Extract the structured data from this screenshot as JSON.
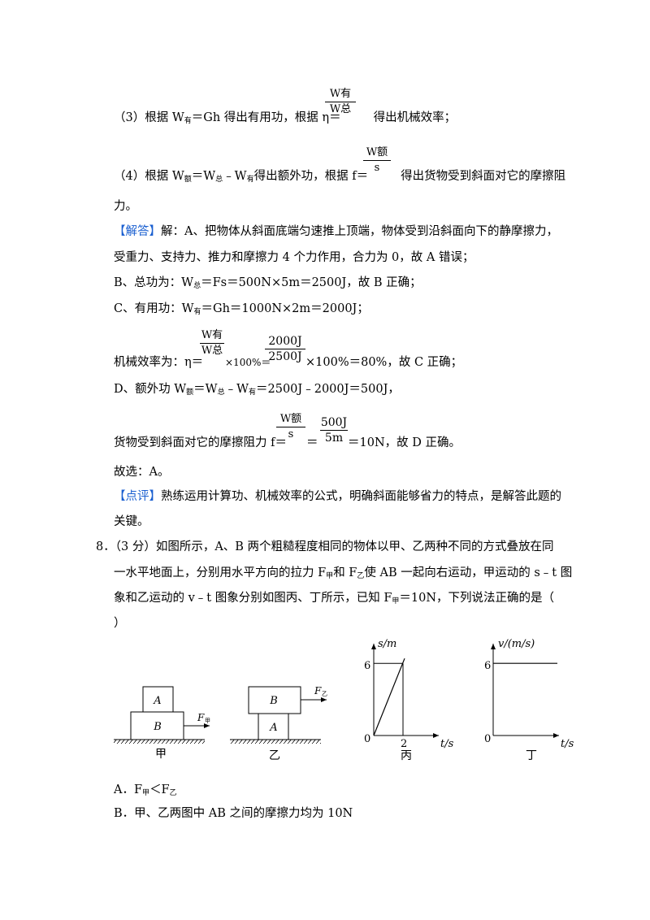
{
  "s3": {
    "pre": "（3）根据 W",
    "sub1": "有",
    "mid": "＝Gh 得出有用功，根据 η＝",
    "post": "得出机械效率；",
    "frac_num": "W有",
    "frac_den": "W总"
  },
  "s4": {
    "pre": "（4）根据 W",
    "sub1": "额",
    "mid1": "＝W",
    "sub2": "总",
    "mid2": "﹣W",
    "sub3": "有",
    "mid3": "得出额外功，根据 f＝",
    "post": "得出货物受到斜面对它的摩擦阻",
    "frac_num": "W额",
    "frac_den": "s",
    "line2": "力。"
  },
  "answer": {
    "tag": "【解答】",
    "a1": "解：A、把物体从斜面底端匀速推上顶端，物体受到沿斜面向下的静摩擦力，",
    "a2": "受重力、支持力、推力和摩擦力 4 个力作用，合力为 0，故 A 错误；",
    "b_pre": "B、总功为：W",
    "b_sub": "总",
    "b_post": "＝Fs＝500N×5m＝2500J，故 B 正确；",
    "c_pre": "C、有用功：W",
    "c_sub": "有",
    "c_post": "＝Gh＝1000N×2m＝2000J；",
    "eff_pre": "机械效率为：η＝",
    "eff_f1_num": "W有",
    "eff_f1_den": "W总",
    "eff_mid": "×100%＝",
    "eff_f2_num": "2000J",
    "eff_f2_den": "2500J",
    "eff_post": "×100%＝80%，故 C 正确；",
    "d_pre": "D、额外功 W",
    "d_sub1": "额",
    "d_m1": "＝W",
    "d_sub2": "总",
    "d_m2": "﹣W",
    "d_sub3": "有",
    "d_post": "＝2500J﹣2000J＝500J，",
    "f_pre": "货物受到斜面对它的摩擦阻力 f＝",
    "f_f1_num": "W额",
    "f_f1_den": "s",
    "f_eq": "＝",
    "f_f2_num": "500J",
    "f_f2_den": "5m",
    "f_post": "＝10N，故 D 正确。",
    "choose": "故选：A。"
  },
  "comment": {
    "tag": "【点评】",
    "l1": "熟练运用计算功、机械效率的公式，明确斜面能够省力的特点，是解答此题的",
    "l2": "关键。"
  },
  "q8": {
    "num": "8．",
    "l1": "（3 分）如图所示，A、B 两个粗糙程度相同的物体以甲、乙两种不同的方式叠放在同",
    "l2_pre": "一水平地面上，分别用水平方向的拉力 F",
    "l2_s1": "甲",
    "l2_mid": "和 F",
    "l2_s2": "乙",
    "l2_post": "使 AB 一起向右运动，甲运动的 s﹣t 图",
    "l3_pre": "象和乙运动的 v﹣t 图象分别如图丙、丁所示，已知 F",
    "l3_s": "甲",
    "l3_post": "＝10N，下列说法正确的是（",
    "l4": "）"
  },
  "figures": {
    "jia": "甲",
    "yi": "乙",
    "bing": "丙",
    "ding": "丁",
    "A": "A",
    "B": "B",
    "F": "F",
    "jia_sub": "甲",
    "yi_sub": "乙",
    "s_axis": "s/m",
    "t_axis": "t/s",
    "v_axis": "v/(m/s)",
    "six": "6",
    "two": "2",
    "zero": "0"
  },
  "optA": {
    "pre": "A．F",
    "s1": "甲",
    "mid": "＜F",
    "s2": "乙"
  },
  "optB": "B．甲、乙两图中 AB 之间的摩擦力均为 10N",
  "chart_data": [
    {
      "type": "line",
      "xlabel": "t/s",
      "ylabel": "s/m",
      "x": [
        0,
        2
      ],
      "values": [
        0,
        6
      ],
      "xticks": [
        0,
        2
      ],
      "yticks": [
        0,
        6
      ]
    },
    {
      "type": "line",
      "xlabel": "t/s",
      "ylabel": "v/(m/s)",
      "x": [
        0,
        3
      ],
      "values": [
        6,
        6
      ],
      "xticks": [
        0
      ],
      "yticks": [
        0,
        6
      ]
    }
  ]
}
